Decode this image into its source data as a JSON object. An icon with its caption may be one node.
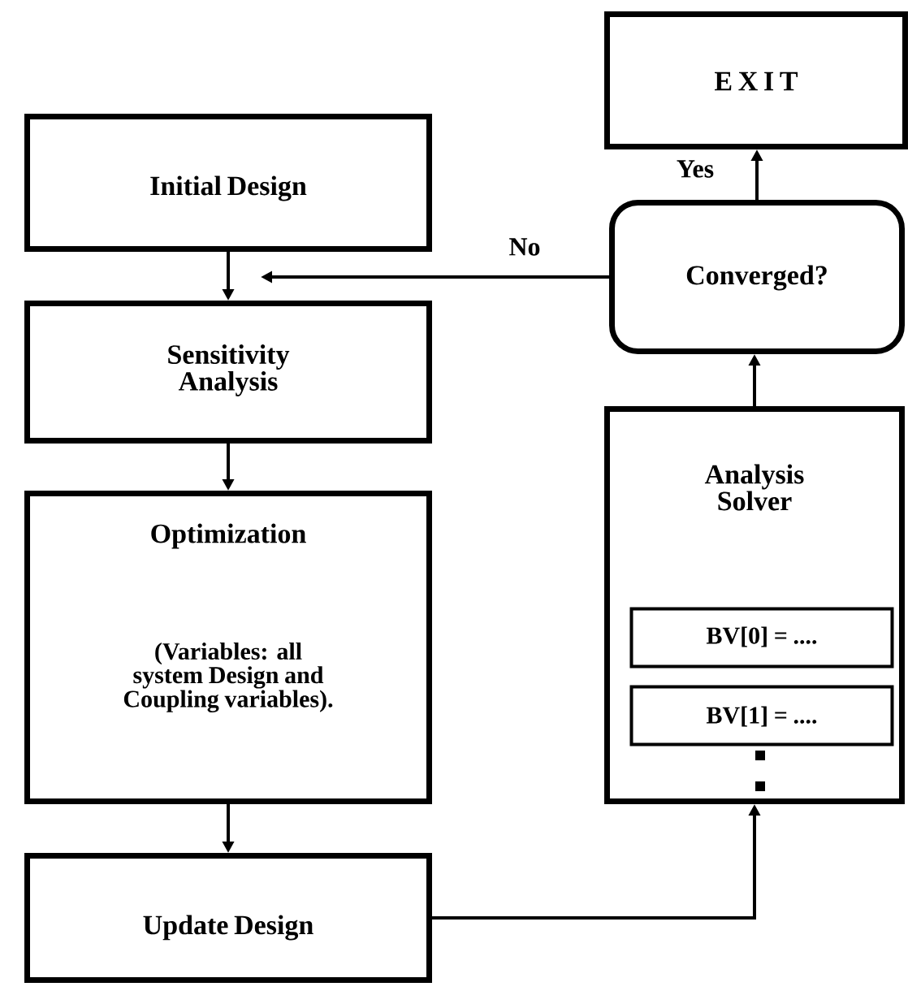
{
  "diagram": {
    "nodes": [
      {
        "text": [
          "Initial Design"
        ]
      },
      {
        "text": [
          "Sensitivity Analysis"
        ]
      },
      {
        "text": [
          "Optimization",
          "(Variables:  all system Design and Coupling variables)."
        ]
      },
      {
        "text": [
          "Update Design"
        ]
      },
      {
        "text": [
          "E X I T"
        ]
      },
      {
        "text": [
          "Converged?"
        ]
      },
      {
        "text": [
          "Analysis Solver"
        ]
      },
      {
        "text": [
          "BV[0] = ...."
        ],
        "in": 6
      },
      {
        "text": [
          "BV[1] = ...."
        ],
        "in": 6
      }
    ],
    "edges": [
      {
        "from": 0,
        "to": 1,
        "arrow": "to"
      },
      {
        "from": 1,
        "to": 2,
        "arrow": "to"
      },
      {
        "from": 2,
        "to": 3,
        "arrow": "to"
      },
      {
        "from": 3,
        "to": 6,
        "arrow": "to"
      },
      {
        "from": 6,
        "to": 5,
        "arrow": "to"
      },
      {
        "from": 5,
        "to": 4,
        "arrow": "to",
        "label": "Yes"
      },
      {
        "from": 5,
        "to": 1,
        "arrow": "to",
        "label": "No"
      }
    ]
  }
}
